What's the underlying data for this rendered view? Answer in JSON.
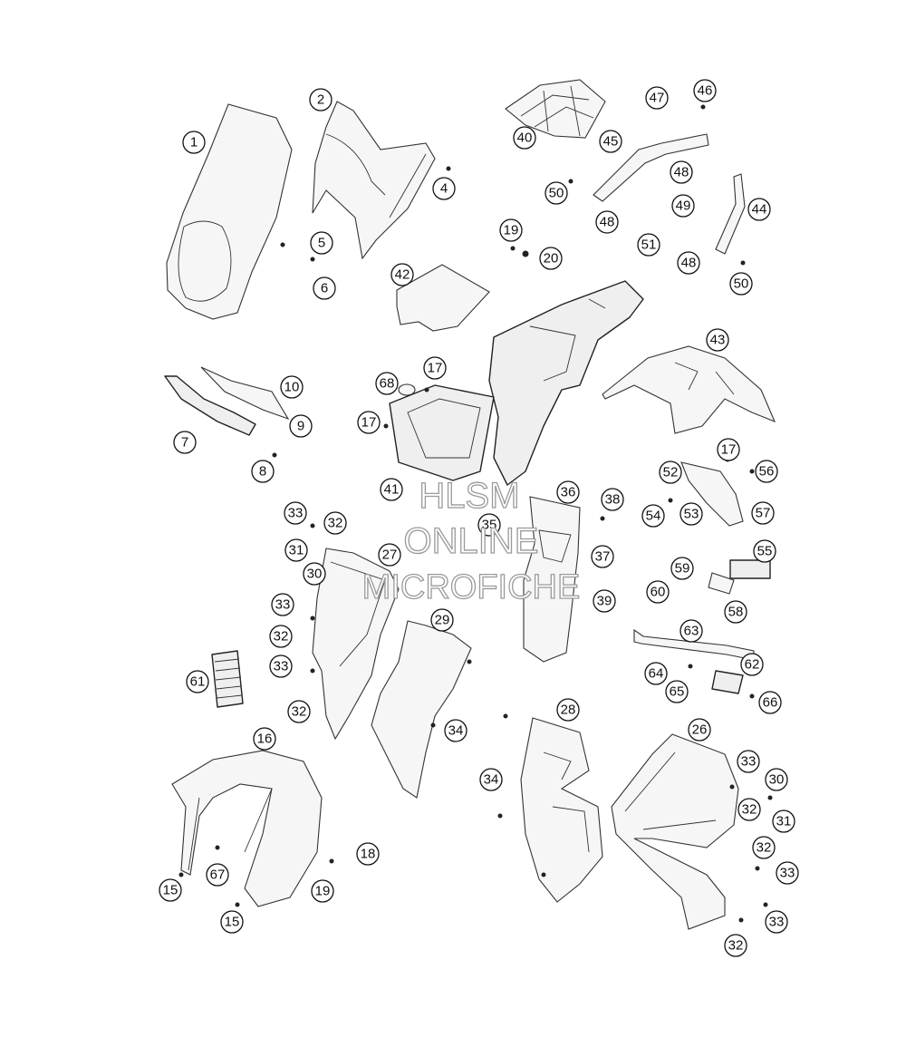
{
  "watermark": {
    "line1": "HLSM",
    "line2": "ONLINE",
    "line3": "MICROFICHE"
  },
  "callouts": [
    {
      "id": "c1",
      "label": "1"
    },
    {
      "id": "c2",
      "label": "2"
    },
    {
      "id": "c4",
      "label": "4"
    },
    {
      "id": "c5",
      "label": "5"
    },
    {
      "id": "c6",
      "label": "6"
    },
    {
      "id": "c7",
      "label": "7"
    },
    {
      "id": "c8",
      "label": "8"
    },
    {
      "id": "c9",
      "label": "9"
    },
    {
      "id": "c10",
      "label": "10"
    },
    {
      "id": "c15a",
      "label": "15"
    },
    {
      "id": "c15b",
      "label": "15"
    },
    {
      "id": "c16",
      "label": "16"
    },
    {
      "id": "c17a",
      "label": "17"
    },
    {
      "id": "c17b",
      "label": "17"
    },
    {
      "id": "c17c",
      "label": "17"
    },
    {
      "id": "c18",
      "label": "18"
    },
    {
      "id": "c19a",
      "label": "19"
    },
    {
      "id": "c19b",
      "label": "19"
    },
    {
      "id": "c20",
      "label": "20"
    },
    {
      "id": "c26",
      "label": "26"
    },
    {
      "id": "c27",
      "label": "27"
    },
    {
      "id": "c28",
      "label": "28"
    },
    {
      "id": "c29",
      "label": "29"
    },
    {
      "id": "c30a",
      "label": "30"
    },
    {
      "id": "c30b",
      "label": "30"
    },
    {
      "id": "c31a",
      "label": "31"
    },
    {
      "id": "c31b",
      "label": "31"
    },
    {
      "id": "c32a",
      "label": "32"
    },
    {
      "id": "c32b",
      "label": "32"
    },
    {
      "id": "c32c",
      "label": "32"
    },
    {
      "id": "c32d",
      "label": "32"
    },
    {
      "id": "c32e",
      "label": "32"
    },
    {
      "id": "c32f",
      "label": "32"
    },
    {
      "id": "c33a",
      "label": "33"
    },
    {
      "id": "c33b",
      "label": "33"
    },
    {
      "id": "c33c",
      "label": "33"
    },
    {
      "id": "c33d",
      "label": "33"
    },
    {
      "id": "c33e",
      "label": "33"
    },
    {
      "id": "c33f",
      "label": "33"
    },
    {
      "id": "c34a",
      "label": "34"
    },
    {
      "id": "c34b",
      "label": "34"
    },
    {
      "id": "c35",
      "label": "35"
    },
    {
      "id": "c36",
      "label": "36"
    },
    {
      "id": "c37",
      "label": "37"
    },
    {
      "id": "c38",
      "label": "38"
    },
    {
      "id": "c39",
      "label": "39"
    },
    {
      "id": "c40",
      "label": "40"
    },
    {
      "id": "c41",
      "label": "41"
    },
    {
      "id": "c42",
      "label": "42"
    },
    {
      "id": "c43",
      "label": "43"
    },
    {
      "id": "c44",
      "label": "44"
    },
    {
      "id": "c45",
      "label": "45"
    },
    {
      "id": "c46",
      "label": "46"
    },
    {
      "id": "c47",
      "label": "47"
    },
    {
      "id": "c48a",
      "label": "48"
    },
    {
      "id": "c48b",
      "label": "48"
    },
    {
      "id": "c48c",
      "label": "48"
    },
    {
      "id": "c49",
      "label": "49"
    },
    {
      "id": "c50a",
      "label": "50"
    },
    {
      "id": "c50b",
      "label": "50"
    },
    {
      "id": "c51",
      "label": "51"
    },
    {
      "id": "c52",
      "label": "52"
    },
    {
      "id": "c53",
      "label": "53"
    },
    {
      "id": "c54",
      "label": "54"
    },
    {
      "id": "c55",
      "label": "55"
    },
    {
      "id": "c56",
      "label": "56"
    },
    {
      "id": "c57",
      "label": "57"
    },
    {
      "id": "c58",
      "label": "58"
    },
    {
      "id": "c59",
      "label": "59"
    },
    {
      "id": "c60",
      "label": "60"
    },
    {
      "id": "c61",
      "label": "61"
    },
    {
      "id": "c62",
      "label": "62"
    },
    {
      "id": "c63",
      "label": "63"
    },
    {
      "id": "c64",
      "label": "64"
    },
    {
      "id": "c65",
      "label": "65"
    },
    {
      "id": "c66",
      "label": "66"
    },
    {
      "id": "c67",
      "label": "67"
    },
    {
      "id": "c68",
      "label": "68"
    }
  ]
}
